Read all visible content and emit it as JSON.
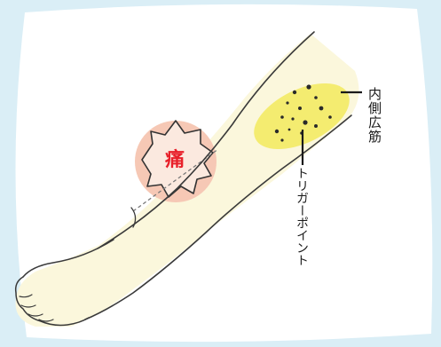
{
  "labels": {
    "pain": "痛",
    "muscle": "内側広筋",
    "trigger_point": "トリガーポイント"
  },
  "colors": {
    "background": "#daeef6",
    "card": "#ffffff",
    "skin": "#fbf7dc",
    "muscle_highlight": "#f3ea66",
    "pain_circle": "#f6c8b5",
    "pain_text": "#e8202a",
    "outline": "#3a3a3a"
  }
}
